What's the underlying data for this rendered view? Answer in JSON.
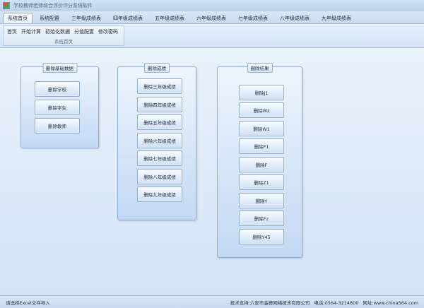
{
  "window": {
    "title": "学校教师老师综合评价评分系统软件"
  },
  "tabs": [
    "系统首页",
    "系统配置",
    "三年级成绩表",
    "四年级成绩表",
    "五年级成绩表",
    "六年级成绩表",
    "七年级成绩表",
    "八年级成绩表",
    "九年级成绩表"
  ],
  "ribbon": {
    "items": [
      "首页",
      "开始计算",
      "初始化数据",
      "分值配置",
      "修改密码"
    ],
    "group_label": "系统首页"
  },
  "panels": {
    "basic": {
      "title": "删除基础数据",
      "buttons": [
        "删除学校",
        "删除学生",
        "删除教师"
      ]
    },
    "scores": {
      "title": "删除成绩",
      "buttons": [
        "删除三年级成绩",
        "删除四年级成绩",
        "删除五年级成绩",
        "删除六年级成绩",
        "删除七年级成绩",
        "删除八年级成绩",
        "删除九年级成绩"
      ]
    },
    "results": {
      "title": "删除结果",
      "buttons": [
        "删除J1",
        "删除Wz",
        "删除W1",
        "删除F1",
        "删除F",
        "删除Z1",
        "删除Y",
        "删除Fz",
        "删除Y45"
      ]
    }
  },
  "status": {
    "left": "请选择Excel文件导入",
    "support": "技术支持:六安市金狮网络技术有限公司",
    "phone": "电话:0564-3214800",
    "website": "网址:www.china564.com"
  }
}
